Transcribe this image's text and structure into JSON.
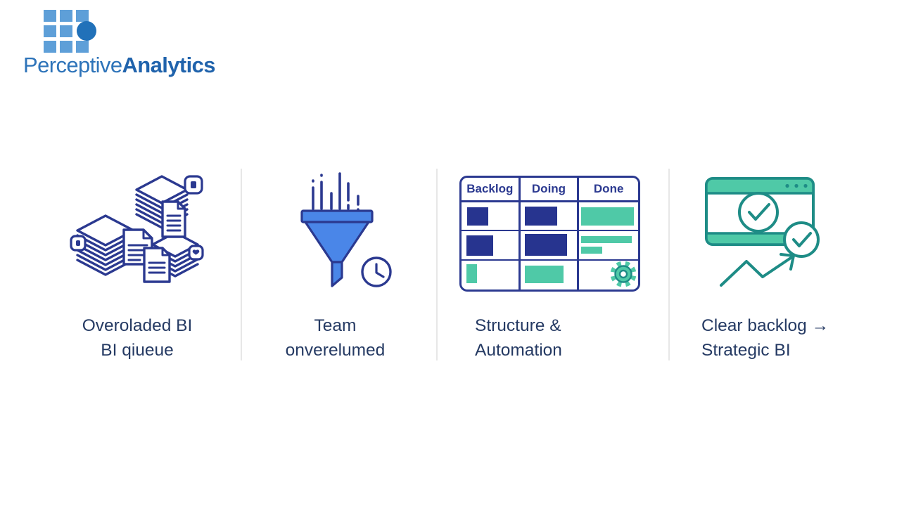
{
  "logo": {
    "grid_icon": "logo-grid-icon",
    "brand_regular": "Perceptive",
    "brand_bold": "Analytics"
  },
  "colors": {
    "navy": "#2b3990",
    "navy_fill": "#27348f",
    "blue": "#4a86e8",
    "teal": "#4fc9a7",
    "teal_dark": "#1e8c86",
    "text": "#253a63",
    "divider": "#e7e7e7",
    "logo_square": "#5e9fd8",
    "logo_circle": "#2171b9",
    "logo_text_regular": "#2d73b9",
    "logo_text_bold": "#2063ac"
  },
  "panels": [
    {
      "icon": "documents-stack-icon",
      "caption": [
        "Overoladed BI",
        "BI qiueue"
      ]
    },
    {
      "icon": "funnel-clock-icon",
      "caption": [
        "Team",
        "onverelumed"
      ]
    },
    {
      "icon": "kanban-board-icon",
      "caption": [
        "Structure &",
        "Automation"
      ],
      "kanban": {
        "columns": [
          "Backlog",
          "Doing",
          "Done"
        ],
        "gear_icon": "gear-icon"
      }
    },
    {
      "icon": "browser-checks-growth-icon",
      "caption": [
        "Clear backlog →",
        "Strategic BI"
      ]
    }
  ]
}
